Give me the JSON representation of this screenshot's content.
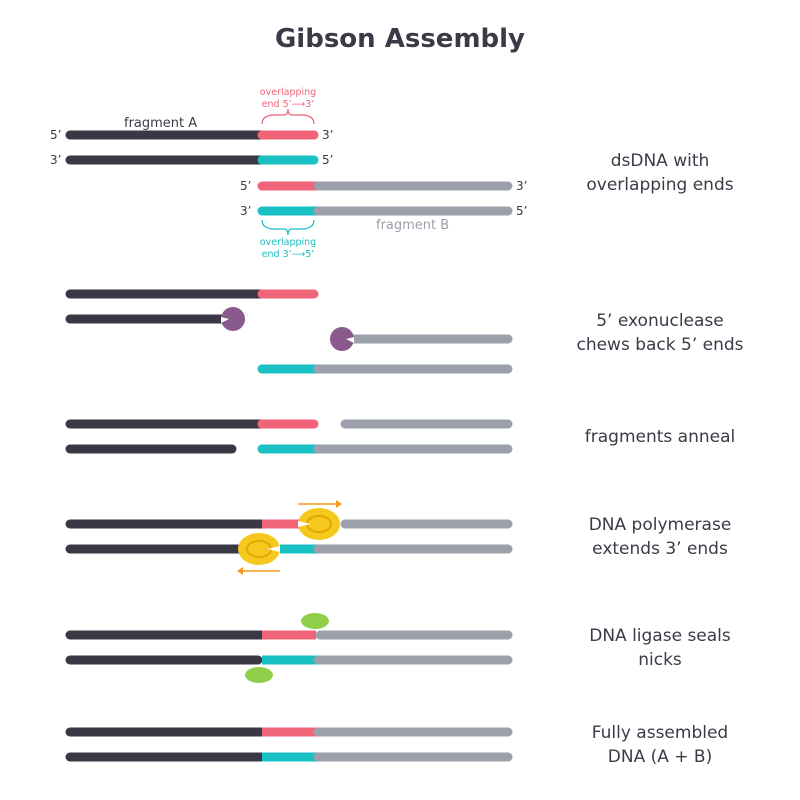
{
  "title": "Gibson Assembly",
  "colors": {
    "dark": "#3b3744",
    "pink": "#ef6479",
    "teal": "#19c0c4",
    "grey": "#9ba0aa",
    "exo": "#8a5a8f",
    "polymerase": "#f6c81e",
    "ligase": "#8fcf4a",
    "arrow": "#f39a1e"
  },
  "labels": {
    "fragment_a": "fragment A",
    "fragment_b": "fragment B",
    "overlap_top_1": "overlapping",
    "overlap_top_2": "end 5’⟶3’",
    "overlap_bottom_1": "overlapping",
    "overlap_bottom_2": "end 3’⟶5’",
    "end_5": "5’",
    "end_3": "3’"
  },
  "steps": [
    {
      "line1": "dsDNA with",
      "line2": "overlapping ends"
    },
    {
      "line1": "5’ exonuclease",
      "line2": "chews back 5’ ends"
    },
    {
      "line1": "fragments anneal",
      "line2": ""
    },
    {
      "line1": "DNA polymerase",
      "line2": "extends 3’ ends"
    },
    {
      "line1": "DNA ligase seals",
      "line2": "nicks"
    },
    {
      "line1": "Fully assembled",
      "line2": "DNA (A + B)"
    }
  ]
}
